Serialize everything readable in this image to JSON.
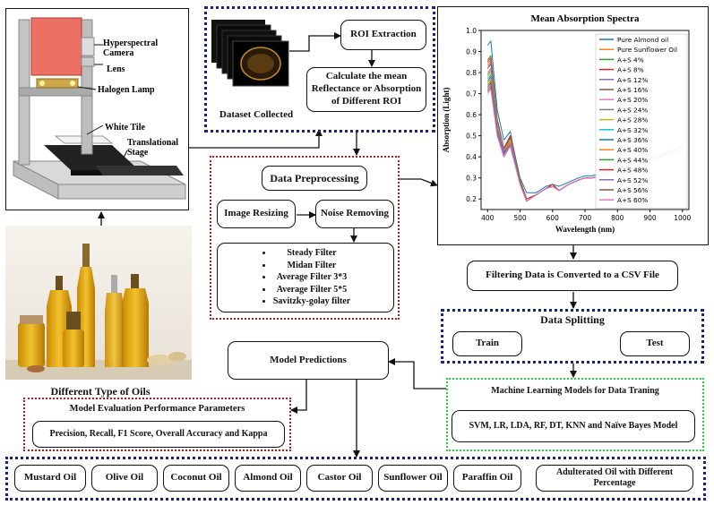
{
  "camera_rig": {
    "camera_label_1": "Hyperspectral",
    "camera_label_2": "Camera",
    "lens_label": "Lens",
    "lamp_label": "Halogen Lamp",
    "tile_label": "White Tile",
    "stage_label_1": "Translational",
    "stage_label_2": "Stage"
  },
  "oils_photo": {
    "caption": "Different Type of Oils"
  },
  "dataset": {
    "caption": "Dataset Collected",
    "roi_extraction": "ROI Extraction",
    "roi_mean": "Calculate the mean Reflectance or Absorption of Different ROI"
  },
  "preprocessing": {
    "title": "Data Preprocessing",
    "image_resizing": "Image Resizing",
    "noise_removing": "Noise Removing",
    "filters": [
      "Steady Filter",
      "Midan Filter",
      "Average Filter 3*3",
      "Average Filter 5*5",
      "Savitzky-golay filter"
    ]
  },
  "csv_step": "Filtering Data is Converted to a CSV File",
  "splitting": {
    "title": "Data  Splitting",
    "train": "Train",
    "test": "Test"
  },
  "ml": {
    "title": "Machine Learning Models for Data Traning",
    "models": "SVM, LR, LDA, RF, DT, KNN and Naïve Bayes Model"
  },
  "predictions": "Model Predictions",
  "evaluation": {
    "title": "Model Evaluation Performance Parameters",
    "metrics": "Precision, Recall, F1 Score, Overall Accuracy and Kappa"
  },
  "oil_classes": [
    "Mustard  Oil",
    "Olive Oil",
    "Coconut Oil",
    "Almond Oil",
    "Castor Oil",
    "Sunflower Oil",
    "Paraffin Oil",
    "Adulterated Oil with Different Percentage"
  ],
  "chart_data": {
    "type": "line",
    "title": "Mean Absorption Spectra",
    "xlabel": "Wavelength (nm)",
    "ylabel": "Absorption (Light)",
    "xlim": [
      380,
      1020
    ],
    "ylim": [
      0.15,
      1.0
    ],
    "xticks": [
      400,
      500,
      600,
      700,
      800,
      900,
      1000
    ],
    "yticks": [
      0.2,
      0.3,
      0.4,
      0.5,
      0.6,
      0.7,
      0.8,
      0.9,
      1.0
    ],
    "x": [
      400,
      410,
      430,
      450,
      470,
      480,
      500,
      520,
      550,
      580,
      600,
      620,
      650,
      680,
      700,
      720,
      750,
      800,
      850,
      900,
      950,
      1000
    ],
    "legend_position": "upper-right",
    "series": [
      {
        "name": "Pure Almond oil",
        "color": "#1f77b4",
        "values": [
          0.93,
          0.95,
          0.62,
          0.48,
          0.52,
          0.44,
          0.3,
          0.23,
          0.23,
          0.26,
          0.27,
          0.26,
          0.28,
          0.3,
          0.31,
          0.31,
          0.32,
          0.34,
          0.36,
          0.38,
          0.41,
          0.43
        ]
      },
      {
        "name": "Pure Sunflower Oil",
        "color": "#ff7f0e",
        "values": [
          0.84,
          0.86,
          0.56,
          0.43,
          0.49,
          0.42,
          0.28,
          0.19,
          0.22,
          0.25,
          0.27,
          0.24,
          0.27,
          0.29,
          0.3,
          0.3,
          0.31,
          0.33,
          0.37,
          0.39,
          0.42,
          0.45
        ]
      },
      {
        "name": "A+S 4%",
        "color": "#2ca02c",
        "values": [
          0.86,
          0.88,
          0.58,
          0.44,
          0.5,
          0.43,
          0.29,
          0.2,
          0.22,
          0.25,
          0.27,
          0.24,
          0.27,
          0.29,
          0.3,
          0.3,
          0.31,
          0.33,
          0.37,
          0.39,
          0.42,
          0.45
        ]
      },
      {
        "name": "A+S 8%",
        "color": "#d62728",
        "values": [
          0.85,
          0.87,
          0.57,
          0.44,
          0.5,
          0.43,
          0.29,
          0.2,
          0.22,
          0.25,
          0.27,
          0.24,
          0.27,
          0.29,
          0.3,
          0.3,
          0.31,
          0.33,
          0.37,
          0.39,
          0.42,
          0.45
        ]
      },
      {
        "name": "A+S 12%",
        "color": "#9467bd",
        "values": [
          0.83,
          0.85,
          0.56,
          0.43,
          0.49,
          0.42,
          0.28,
          0.19,
          0.22,
          0.25,
          0.26,
          0.24,
          0.27,
          0.29,
          0.3,
          0.3,
          0.31,
          0.33,
          0.36,
          0.39,
          0.42,
          0.45
        ]
      },
      {
        "name": "A+S 16%",
        "color": "#8c564b",
        "values": [
          0.82,
          0.84,
          0.55,
          0.43,
          0.49,
          0.42,
          0.28,
          0.19,
          0.22,
          0.25,
          0.26,
          0.24,
          0.27,
          0.29,
          0.3,
          0.3,
          0.31,
          0.33,
          0.36,
          0.39,
          0.42,
          0.45
        ]
      },
      {
        "name": "A+S 20%",
        "color": "#e377c2",
        "values": [
          0.8,
          0.82,
          0.55,
          0.43,
          0.48,
          0.42,
          0.28,
          0.19,
          0.22,
          0.25,
          0.26,
          0.24,
          0.27,
          0.29,
          0.3,
          0.3,
          0.31,
          0.33,
          0.36,
          0.39,
          0.42,
          0.45
        ]
      },
      {
        "name": "A+S 24%",
        "color": "#7f7f7f",
        "values": [
          0.79,
          0.81,
          0.54,
          0.42,
          0.48,
          0.41,
          0.28,
          0.19,
          0.22,
          0.25,
          0.26,
          0.24,
          0.27,
          0.29,
          0.3,
          0.3,
          0.31,
          0.33,
          0.36,
          0.39,
          0.42,
          0.45
        ]
      },
      {
        "name": "A+S 28%",
        "color": "#bcbd22",
        "values": [
          0.78,
          0.8,
          0.54,
          0.42,
          0.48,
          0.41,
          0.28,
          0.19,
          0.22,
          0.25,
          0.26,
          0.24,
          0.27,
          0.29,
          0.3,
          0.3,
          0.31,
          0.33,
          0.36,
          0.39,
          0.42,
          0.45
        ]
      },
      {
        "name": "A+S 32%",
        "color": "#17becf",
        "values": [
          0.77,
          0.79,
          0.53,
          0.42,
          0.47,
          0.41,
          0.28,
          0.19,
          0.22,
          0.25,
          0.26,
          0.24,
          0.27,
          0.29,
          0.3,
          0.3,
          0.31,
          0.33,
          0.36,
          0.39,
          0.42,
          0.45
        ]
      },
      {
        "name": "A+S 36%",
        "color": "#1f77b4",
        "values": [
          0.76,
          0.78,
          0.53,
          0.42,
          0.47,
          0.41,
          0.28,
          0.19,
          0.22,
          0.25,
          0.26,
          0.24,
          0.27,
          0.29,
          0.3,
          0.3,
          0.31,
          0.33,
          0.36,
          0.39,
          0.42,
          0.45
        ]
      },
      {
        "name": "A+S 40%",
        "color": "#ff7f0e",
        "values": [
          0.75,
          0.77,
          0.52,
          0.41,
          0.47,
          0.4,
          0.28,
          0.19,
          0.22,
          0.25,
          0.26,
          0.24,
          0.27,
          0.29,
          0.3,
          0.3,
          0.31,
          0.33,
          0.36,
          0.39,
          0.42,
          0.45
        ]
      },
      {
        "name": "A+S 44%",
        "color": "#2ca02c",
        "values": [
          0.74,
          0.76,
          0.52,
          0.41,
          0.46,
          0.4,
          0.28,
          0.19,
          0.22,
          0.25,
          0.26,
          0.24,
          0.27,
          0.29,
          0.3,
          0.3,
          0.31,
          0.33,
          0.36,
          0.39,
          0.42,
          0.45
        ]
      },
      {
        "name": "A+S 48%",
        "color": "#d62728",
        "values": [
          0.73,
          0.75,
          0.51,
          0.41,
          0.46,
          0.4,
          0.27,
          0.19,
          0.22,
          0.25,
          0.26,
          0.24,
          0.27,
          0.29,
          0.3,
          0.3,
          0.31,
          0.33,
          0.36,
          0.39,
          0.42,
          0.45
        ]
      },
      {
        "name": "A+S 52%",
        "color": "#9467bd",
        "values": [
          0.72,
          0.74,
          0.51,
          0.41,
          0.46,
          0.4,
          0.27,
          0.19,
          0.22,
          0.25,
          0.26,
          0.24,
          0.27,
          0.29,
          0.3,
          0.3,
          0.31,
          0.33,
          0.36,
          0.39,
          0.42,
          0.45
        ]
      },
      {
        "name": "A+S 56%",
        "color": "#8c564b",
        "values": [
          0.71,
          0.73,
          0.5,
          0.4,
          0.45,
          0.39,
          0.27,
          0.19,
          0.22,
          0.25,
          0.26,
          0.24,
          0.27,
          0.29,
          0.3,
          0.3,
          0.31,
          0.33,
          0.36,
          0.39,
          0.42,
          0.45
        ]
      },
      {
        "name": "A+S 60%",
        "color": "#e377c2",
        "values": [
          0.7,
          0.72,
          0.5,
          0.4,
          0.45,
          0.39,
          0.27,
          0.19,
          0.22,
          0.25,
          0.26,
          0.24,
          0.27,
          0.29,
          0.3,
          0.3,
          0.31,
          0.33,
          0.36,
          0.39,
          0.42,
          0.45
        ]
      }
    ]
  }
}
